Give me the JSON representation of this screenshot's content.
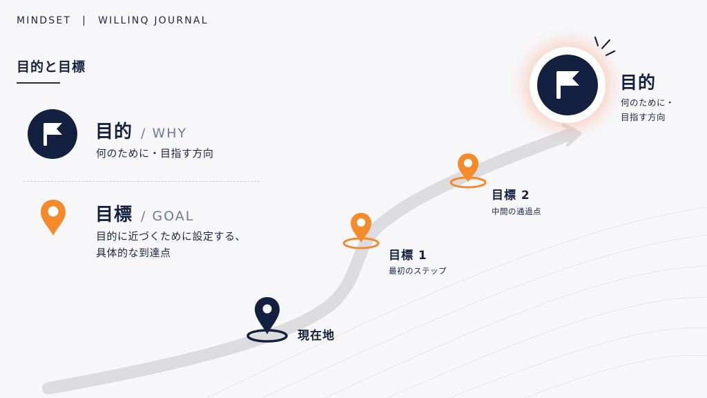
{
  "header": {
    "brand": "MINDSET",
    "separator": "|",
    "journal": "WILLINQ JOURNAL"
  },
  "section": {
    "title": "目的と目標"
  },
  "legend": {
    "purpose": {
      "title": "目的",
      "english": "/ WHY",
      "description": "何のために・目指す方向",
      "icon": "flag-icon"
    },
    "goal": {
      "title": "目標",
      "english": "/ GOAL",
      "description_line1": "目的に近づくために設定する、",
      "description_line2": "具体的な到達点",
      "icon": "map-pin-icon"
    }
  },
  "path": {
    "current": {
      "label": "現在地",
      "icon": "map-pin-icon"
    },
    "milestone1": {
      "label": "目標 1",
      "sub": "最初のステップ",
      "icon": "map-pin-icon"
    },
    "milestone2": {
      "label": "目標 2",
      "sub": "中間の通過点",
      "icon": "map-pin-icon"
    },
    "destination": {
      "label": "目的",
      "sub_line1": "何のために・",
      "sub_line2": "目指す方向",
      "icon": "flag-icon"
    }
  },
  "colors": {
    "navy": "#13203f",
    "orange": "#f48a2a",
    "path": "#dcdcdf",
    "background": "#f7f7f9"
  }
}
